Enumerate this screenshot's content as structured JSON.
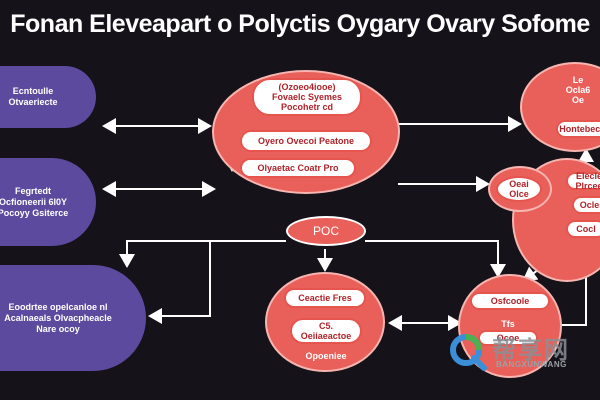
{
  "title": "Fonan Eleveapart o Polyctis Oygary Ovary Sofome",
  "colors": {
    "background": "#15121a",
    "purple_block": "#5b4a9e",
    "coral": "#e9605a",
    "pill_text": "#b0232a",
    "arrow": "#ffffff"
  },
  "left_blocks": [
    {
      "lines": [
        "Ecntoulle",
        "Otvaeriecte"
      ]
    },
    {
      "lines": [
        "Fegrtedt",
        "Ocfioneerii 6I0Y",
        "Pocoyy Gsiterce"
      ]
    },
    {
      "lines": [
        "Eoodrtee opelcanloe nl",
        "Acalnaeals Olvacpheacle",
        "Nare ocoy"
      ]
    }
  ],
  "center_top": {
    "lines": [
      "(Ozoeo4iooe)",
      "Fovaelc Syemes",
      "Pocohetr cd"
    ],
    "pill_1": "Oyero Ovecoi Peatone",
    "pill_2": "Olyaetac Coatr Pro"
  },
  "center_node": "POC",
  "center_bottom": {
    "pill_1": "Ceactie Fres",
    "pill_2": [
      "C5.",
      "Oeiiaeactoe"
    ],
    "footer": "Opoeniee"
  },
  "right_top": {
    "lines": [
      "Le",
      "Ocla6",
      "Oe"
    ],
    "pill": "Hontebecre"
  },
  "right_mid": {
    "oval_lines": [
      "Oeai",
      "Olce"
    ],
    "pill_1": "Elecle Plrcee",
    "pill_2": "Ocles",
    "pill_3": "Cocl"
  },
  "right_bottom": {
    "pill_1": "Osfcoole",
    "pill_2": "Tfs",
    "pill_3": "Ocoe"
  },
  "watermark": {
    "cn_text": "帮享网",
    "en_text": "BANGXUNWANG"
  }
}
